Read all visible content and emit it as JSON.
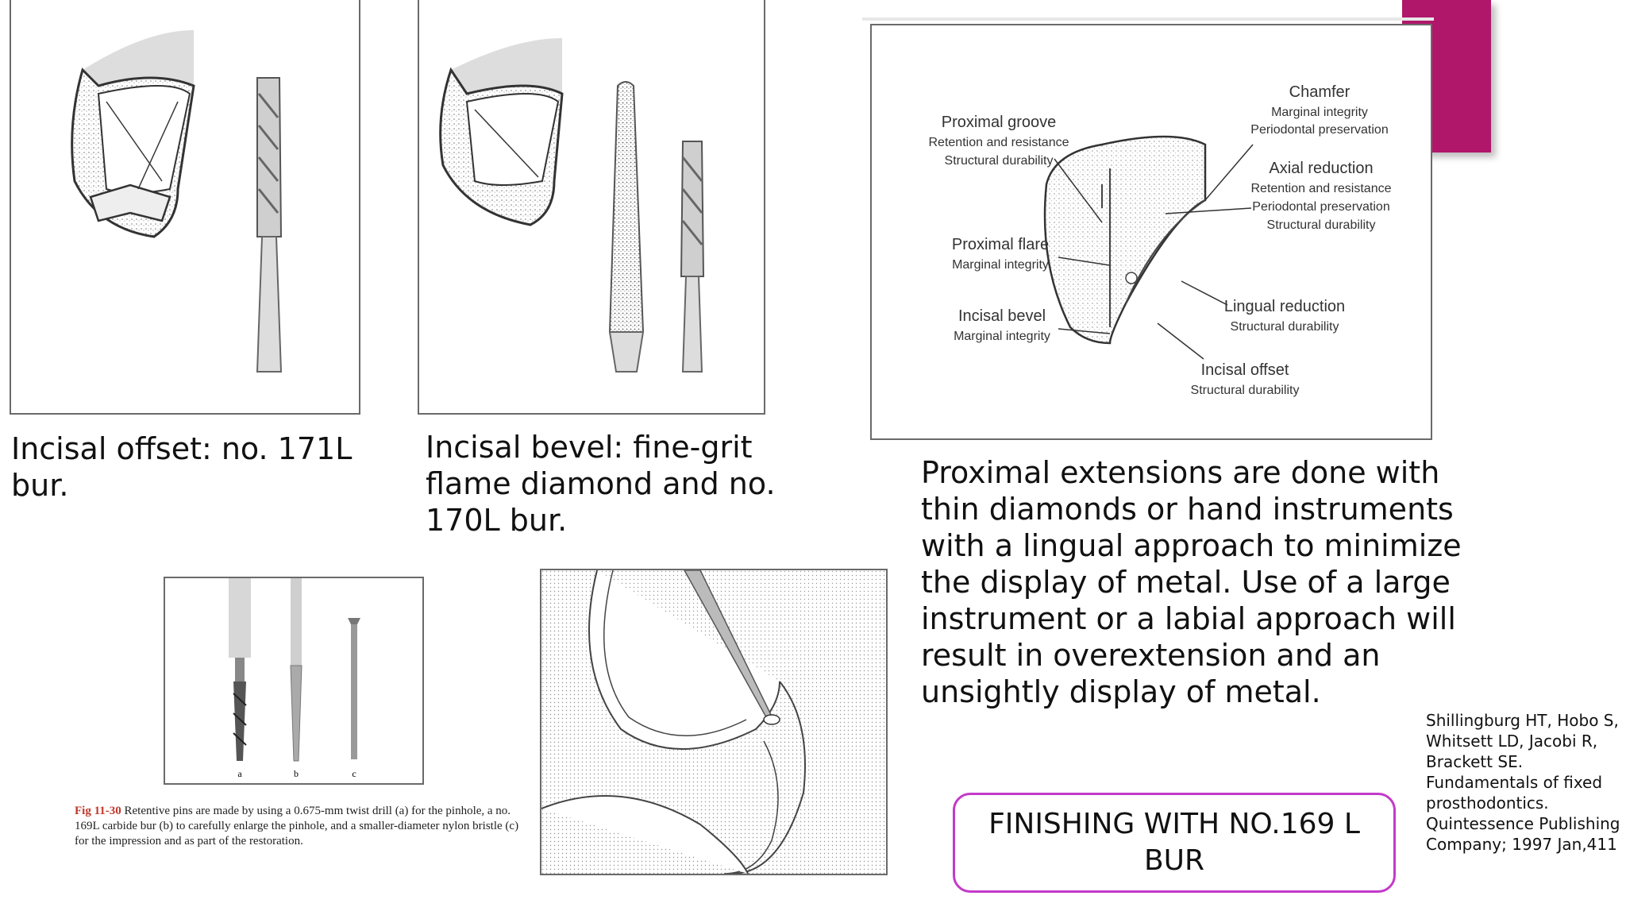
{
  "captions": {
    "incisal_offset": "Incisal offset: no. 171L bur.",
    "incisal_bevel": "Incisal bevel: fine-grit flame diamond and no. 170L bur."
  },
  "diagram": {
    "chamfer": {
      "title": "Chamfer",
      "lines": [
        "Marginal integrity",
        "Periodontal preservation"
      ]
    },
    "axial_reduction": {
      "title": "Axial reduction",
      "lines": [
        "Retention and resistance",
        "Periodontal preservation",
        "Structural durability"
      ]
    },
    "proximal_groove": {
      "title": "Proximal groove",
      "lines": [
        "Retention and resistance",
        "Structural durability"
      ]
    },
    "proximal_flare": {
      "title": "Proximal flare",
      "lines": [
        "Marginal integrity"
      ]
    },
    "incisal_bevel": {
      "title": "Incisal bevel",
      "lines": [
        "Marginal integrity"
      ]
    },
    "lingual_reduction": {
      "title": "Lingual reduction",
      "lines": [
        "Structural durability"
      ]
    },
    "incisal_offset": {
      "title": "Incisal offset",
      "lines": [
        "Structural durability"
      ]
    }
  },
  "pins_figure": {
    "labels": [
      "a",
      "b",
      "c"
    ],
    "fig_number": "Fig 11-30",
    "caption": "Retentive pins are made by using a 0.675-mm twist drill (a) for the pinhole, a no. 169L carbide bur (b) to carefully enlarge the pinhole, and a smaller-diameter nylon bristle (c) for the impression and as part of the restoration."
  },
  "proximal_text": "Proximal extensions are done with thin diamonds or hand instruments with a lingual approach to minimize the display of metal. Use of a large instrument or a labial approach will result in overextension and an unsightly display of metal.",
  "finishing_box": "FINISHING WITH NO.169 L BUR",
  "reference": "Shillingburg HT, Hobo S, Whitsett LD, Jacobi R, Brackett SE. Fundamentals of fixed prosthodontics. Quintessence Publishing Company; 1997 Jan,411",
  "colors": {
    "accent": "#b0176a",
    "box_border": "#c33ac9",
    "caption_red": "#c0392b"
  }
}
